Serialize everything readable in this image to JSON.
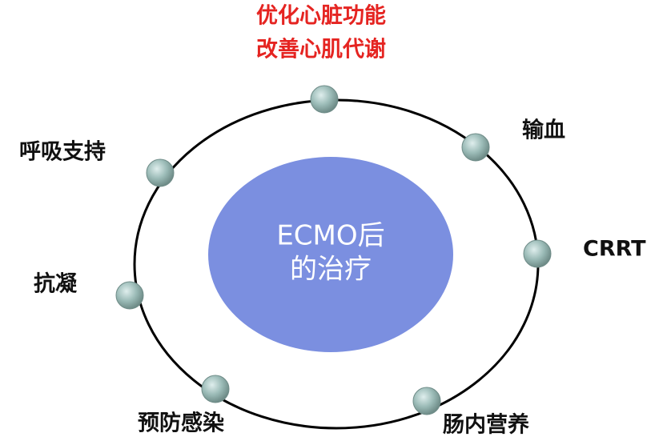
{
  "center": {
    "line1": "ECMO后",
    "line2": "的治疗",
    "fill_color": "#7b8fe0",
    "text_color": "#ffffff"
  },
  "top_label": {
    "line1": "优化心脏功能",
    "line2": "改善心肌代谢",
    "color": "#e52421"
  },
  "nodes": [
    {
      "key": "top",
      "label": ""
    },
    {
      "key": "blood",
      "label": "输血"
    },
    {
      "key": "crrt",
      "label": "CRRT"
    },
    {
      "key": "nutrition",
      "label": "肠内营养"
    },
    {
      "key": "infection",
      "label": "预防感染"
    },
    {
      "key": "anticoag",
      "label": "抗凝"
    },
    {
      "key": "respiratory",
      "label": "呼吸支持"
    }
  ],
  "colors": {
    "ring": "#000000",
    "node_fill": "#9cbcb8",
    "node_edge": "#6f8c88",
    "label_text": "#111111"
  }
}
